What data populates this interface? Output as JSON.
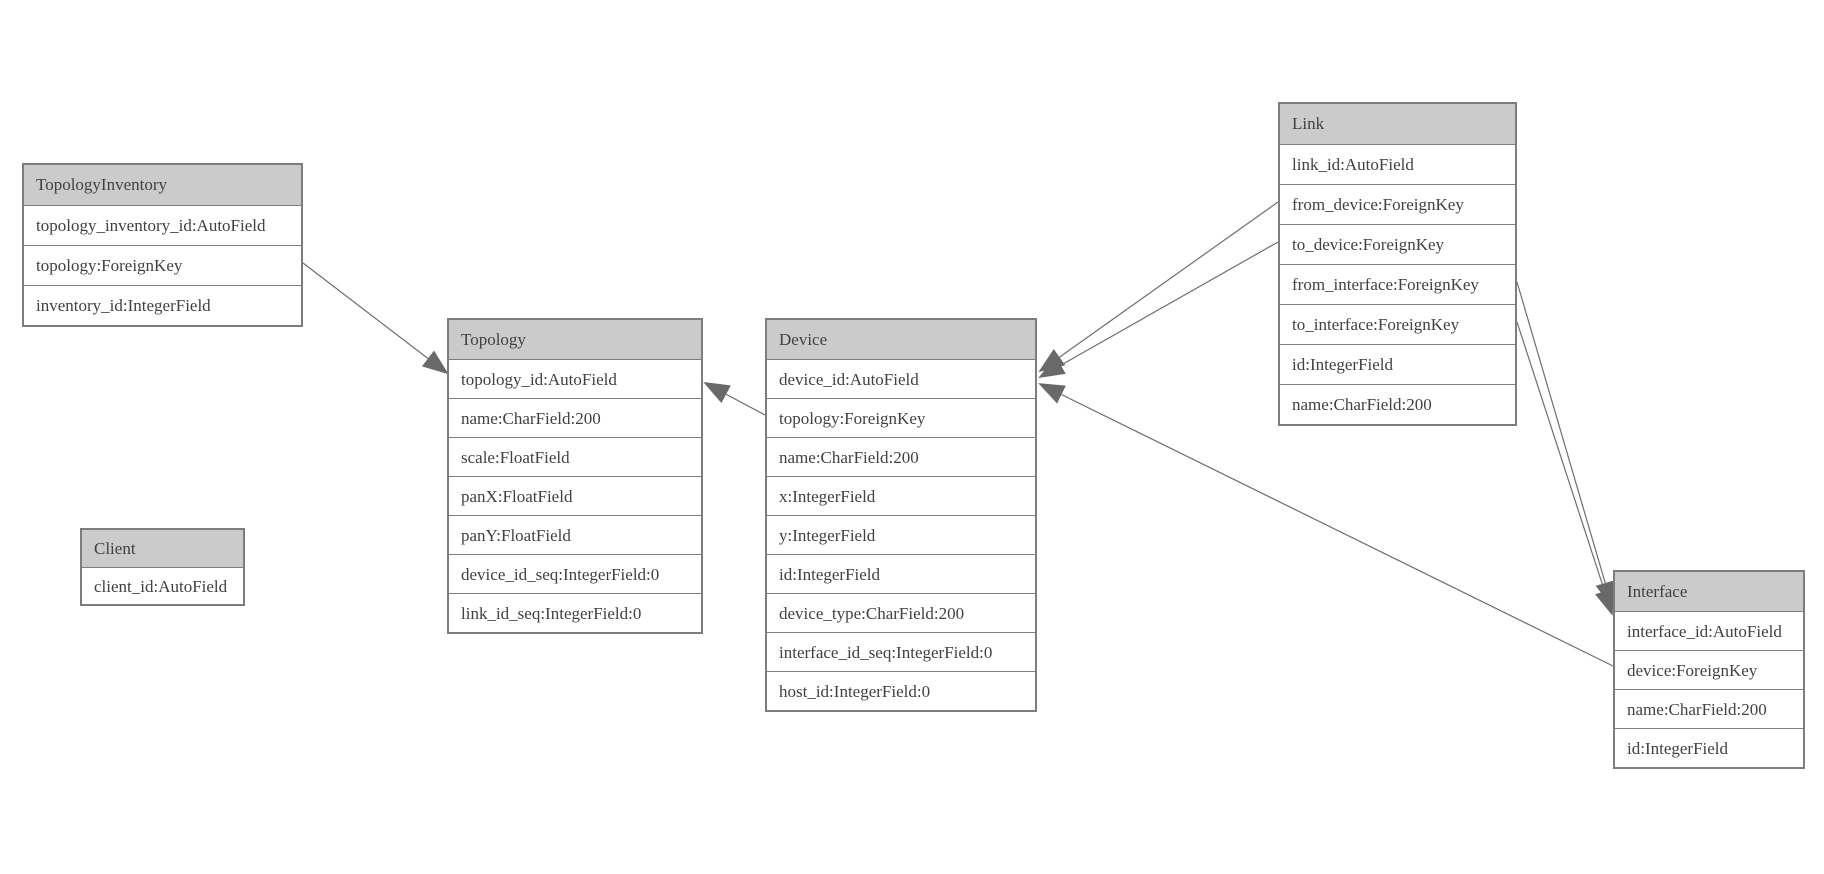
{
  "diagram": {
    "type": "entity-relationship",
    "colors": {
      "background": "#ffffff",
      "header_fill": "#cbcbcb",
      "row_fill": "#ffffff",
      "border": "#7d7d7d",
      "text": "#414141",
      "edge_line": "#6e6e6e",
      "arrowhead": "#696969"
    },
    "entities": [
      {
        "name": "TopologyInventory",
        "fields": [
          "topology_inventory_id:AutoField",
          "topology:ForeignKey",
          "inventory_id:IntegerField"
        ]
      },
      {
        "name": "Topology",
        "fields": [
          "topology_id:AutoField",
          "name:CharField:200",
          "scale:FloatField",
          "panX:FloatField",
          "panY:FloatField",
          "device_id_seq:IntegerField:0",
          "link_id_seq:IntegerField:0"
        ]
      },
      {
        "name": "Client",
        "fields": [
          "client_id:AutoField"
        ]
      },
      {
        "name": "Device",
        "fields": [
          "device_id:AutoField",
          "topology:ForeignKey",
          "name:CharField:200",
          "x:IntegerField",
          "y:IntegerField",
          "id:IntegerField",
          "device_type:CharField:200",
          "interface_id_seq:IntegerField:0",
          "host_id:IntegerField:0"
        ]
      },
      {
        "name": "Link",
        "fields": [
          "link_id:AutoField",
          "from_device:ForeignKey",
          "to_device:ForeignKey",
          "from_interface:ForeignKey",
          "to_interface:ForeignKey",
          "id:IntegerField",
          "name:CharField:200"
        ]
      },
      {
        "name": "Interface",
        "fields": [
          "interface_id:AutoField",
          "device:ForeignKey",
          "name:CharField:200",
          "id:IntegerField"
        ]
      }
    ],
    "relations": [
      {
        "from": "TopologyInventory.topology",
        "to": "Topology.topology_id"
      },
      {
        "from": "Device.topology",
        "to": "Topology.topology_id"
      },
      {
        "from": "Link.from_device",
        "to": "Device.device_id"
      },
      {
        "from": "Link.to_device",
        "to": "Device.device_id"
      },
      {
        "from": "Interface.device",
        "to": "Device.device_id"
      },
      {
        "from": "Link.from_interface",
        "to": "Interface.interface_id"
      },
      {
        "from": "Link.to_interface",
        "to": "Interface.interface_id"
      }
    ]
  }
}
